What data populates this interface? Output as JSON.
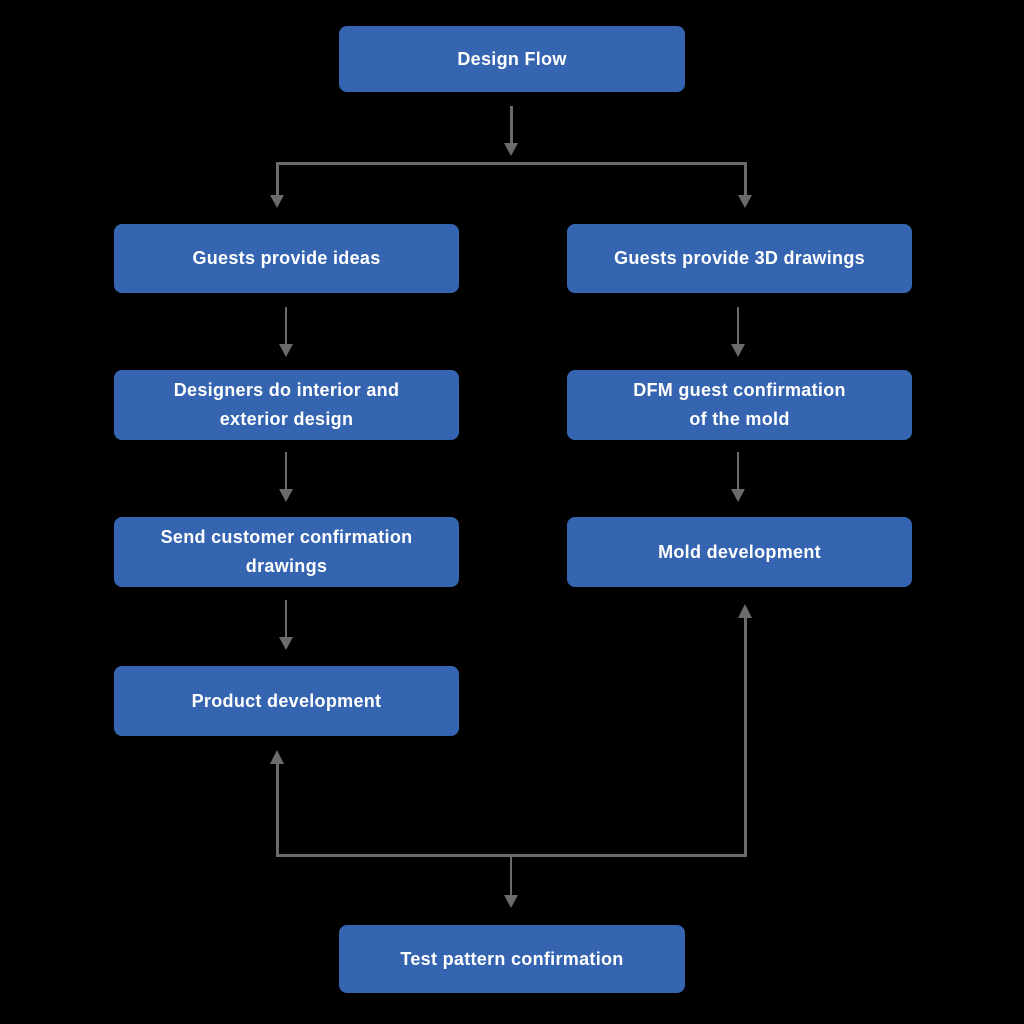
{
  "theme": {
    "bg_color": "#000000",
    "box_color": "#3565b0",
    "arrow_color": "#6b6b6b",
    "text_color": "#ffffff"
  },
  "diagram": {
    "title": "Design Flow",
    "nodes": {
      "design_flow": {
        "label": "Design Flow"
      },
      "guests_ideas": {
        "label": "Guests provide ideas"
      },
      "guests_3d": {
        "label": "Guests provide 3D drawings"
      },
      "designers": {
        "label": "Designers do interior and\nexterior design"
      },
      "dfm": {
        "label": "DFM guest confirmation\nof the mold"
      },
      "send_customer": {
        "label": "Send customer confirmation\ndrawings"
      },
      "mold_dev": {
        "label": "Mold development"
      },
      "product_dev": {
        "label": "Product development"
      },
      "test_pattern": {
        "label": "Test pattern confirmation"
      }
    },
    "connectors": {
      "top_split": {
        "from": "design_flow",
        "arrow_targets": [
          "guests_ideas",
          "guests_3d"
        ]
      },
      "left_column": [
        {
          "from": "guests_ideas",
          "to": "designers"
        },
        {
          "from": "designers",
          "to": "send_customer"
        },
        {
          "from": "send_customer",
          "to": "product_dev"
        }
      ],
      "right_column": [
        {
          "from": "guests_3d",
          "to": "dfm"
        },
        {
          "from": "dfm",
          "to": "mold_dev"
        }
      ],
      "bottom_junction": {
        "arrow_targets": [
          "product_dev",
          "mold_dev",
          "test_pattern"
        ]
      }
    }
  }
}
